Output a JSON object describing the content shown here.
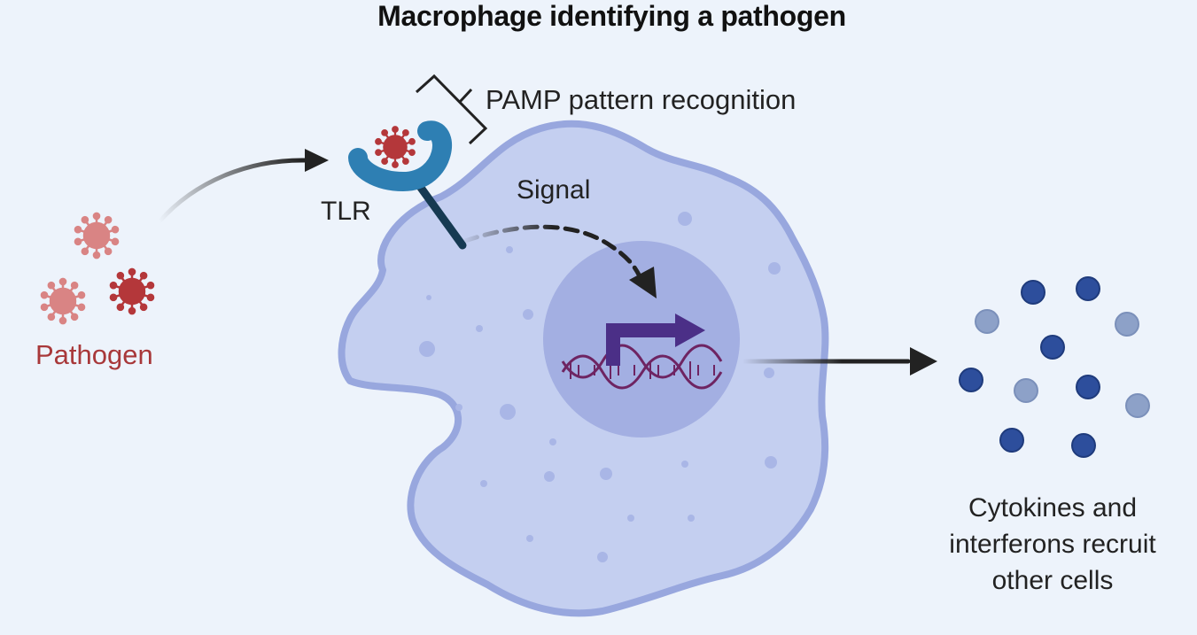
{
  "title": "Macrophage identifying a pathogen",
  "labels": {
    "pamp": "PAMP pattern recognition",
    "tlr": "TLR",
    "signal": "Signal",
    "pathogen": "Pathogen",
    "cytokines_line1": "Cytokines and",
    "cytokines_line2": "interferons recruit",
    "cytokines_line3": "other cells"
  },
  "colors": {
    "background": "#edf3fb",
    "cell_fill": "#c4cff0",
    "cell_outline": "#98a7de",
    "nucleus": "#a3afe2",
    "receptor": "#2e7fb3",
    "receptor_stem": "#163a52",
    "pathogen_light": "#d98484",
    "pathogen_dark": "#b4373a",
    "pathogen_text": "#a8383a",
    "promoter_arrow": "#4b2f87",
    "dna": "#6e2462",
    "cytokine_dark": "#2d4e9c",
    "cytokine_light": "#8da1c8"
  },
  "icons": [
    "virus-icon",
    "toll-like-receptor-icon",
    "promoter-arrow-icon",
    "dna-helix-icon",
    "cytokine-dot-icon"
  ]
}
